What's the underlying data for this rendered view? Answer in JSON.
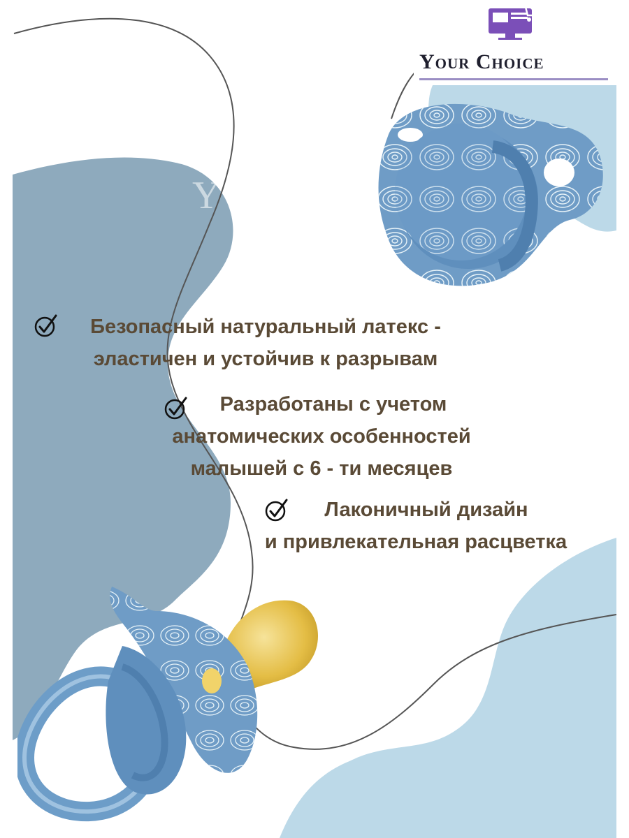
{
  "brand": {
    "name": "Your Choice",
    "watermark": "YOUR CHOICE",
    "colors": {
      "accent": "#8a9fb3",
      "light_blue": "#bcd9e8",
      "icon_purple": "#7b4fb8",
      "text": "#5a4a36"
    }
  },
  "features": [
    {
      "icon": "check-circle-icon",
      "lines": [
        "Безопасный натуральный латекс  -",
        "эластичен и устойчив к разрывам"
      ]
    },
    {
      "icon": "check-circle-icon",
      "lines": [
        "Разработаны с учетом",
        "анатомических особенностей",
        "малышей с 6 - ти месяцев"
      ]
    },
    {
      "icon": "check-circle-icon",
      "lines": [
        "Лаконичный дизайн",
        "и привлекательная расцветка"
      ]
    }
  ],
  "images": [
    {
      "name": "pacifier-front",
      "description": "blue pacifier with white swirl pattern"
    },
    {
      "name": "pacifier-side",
      "description": "blue pacifier with ring and yellow latex nipple"
    }
  ]
}
